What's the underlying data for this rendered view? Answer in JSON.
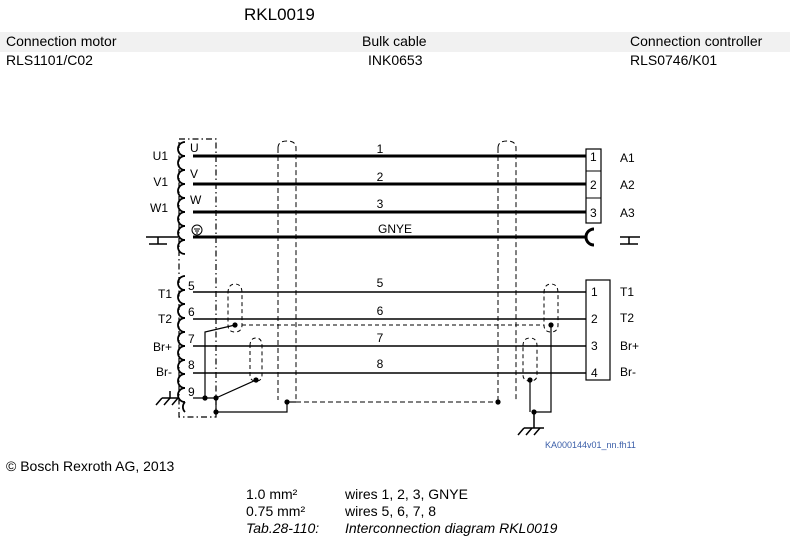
{
  "title": "RKL0019",
  "header": {
    "motor_label": "Connection motor",
    "cable_label": "Bulk cable",
    "controller_label": "Connection controller",
    "motor_value": "RLS1101/C02",
    "cable_value": "INK0653",
    "controller_value": "RLS0746/K01"
  },
  "diagram": {
    "left_labels": [
      "U1",
      "V1",
      "W1",
      "T1",
      "T2",
      "Br+",
      "Br-"
    ],
    "motor_pins": [
      "U",
      "V",
      "W",
      "5",
      "6",
      "7",
      "8",
      "9"
    ],
    "wire_labels": [
      "1",
      "2",
      "3",
      "GNYE",
      "5",
      "6",
      "7",
      "8"
    ],
    "upper_connector_pins": [
      "1",
      "2",
      "3"
    ],
    "upper_connector_labels": [
      "A1",
      "A2",
      "A3"
    ],
    "lower_connector_pins": [
      "1",
      "2",
      "3",
      "4"
    ],
    "lower_connector_labels": [
      "T1",
      "T2",
      "Br+",
      "Br-"
    ],
    "figure_id": "KA000144v01_nn.fh11",
    "figure_id_color": "#3a5ea8"
  },
  "copyright": "© Bosch Rexroth AG, 2013",
  "footer": {
    "row1_size": "1.0 mm²",
    "row1_wires": "wires 1, 2, 3, GNYE",
    "row2_size": "0.75 mm²",
    "row2_wires": "wires 5, 6, 7, 8",
    "caption_id": "Tab.28-110:",
    "caption_text": "Interconnection diagram RKL0019"
  }
}
